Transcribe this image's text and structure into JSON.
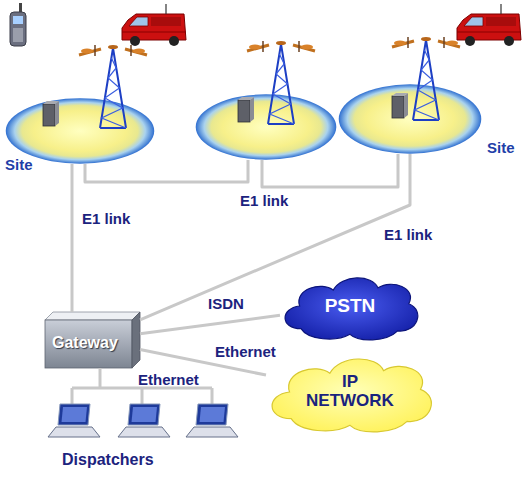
{
  "diagram": {
    "nodes": [
      {
        "text": [
          "Site"
        ]
      },
      {
        "text": []
      },
      {
        "text": [
          "Site"
        ]
      },
      {
        "text": [
          "Gateway"
        ]
      },
      {
        "text": [
          "PSTN"
        ]
      },
      {
        "text": [
          "IP NETWORK"
        ]
      },
      {
        "text": [
          "Dispatchers"
        ]
      }
    ],
    "edges": [
      {
        "from": 3,
        "to": 0,
        "arrow": "none",
        "label": "E1 link"
      },
      {
        "from": 0,
        "to": 1,
        "arrow": "none"
      },
      {
        "from": 1,
        "to": 2,
        "arrow": "none",
        "label": "E1 link"
      },
      {
        "from": 3,
        "to": 2,
        "arrow": "none",
        "label": "E1 link"
      },
      {
        "from": 3,
        "to": 4,
        "arrow": "none",
        "label": "ISDN"
      },
      {
        "from": 3,
        "to": 5,
        "arrow": "none",
        "label": "Ethernet"
      },
      {
        "from": 3,
        "to": 6,
        "arrow": "none",
        "label": "Ethernet"
      }
    ]
  }
}
